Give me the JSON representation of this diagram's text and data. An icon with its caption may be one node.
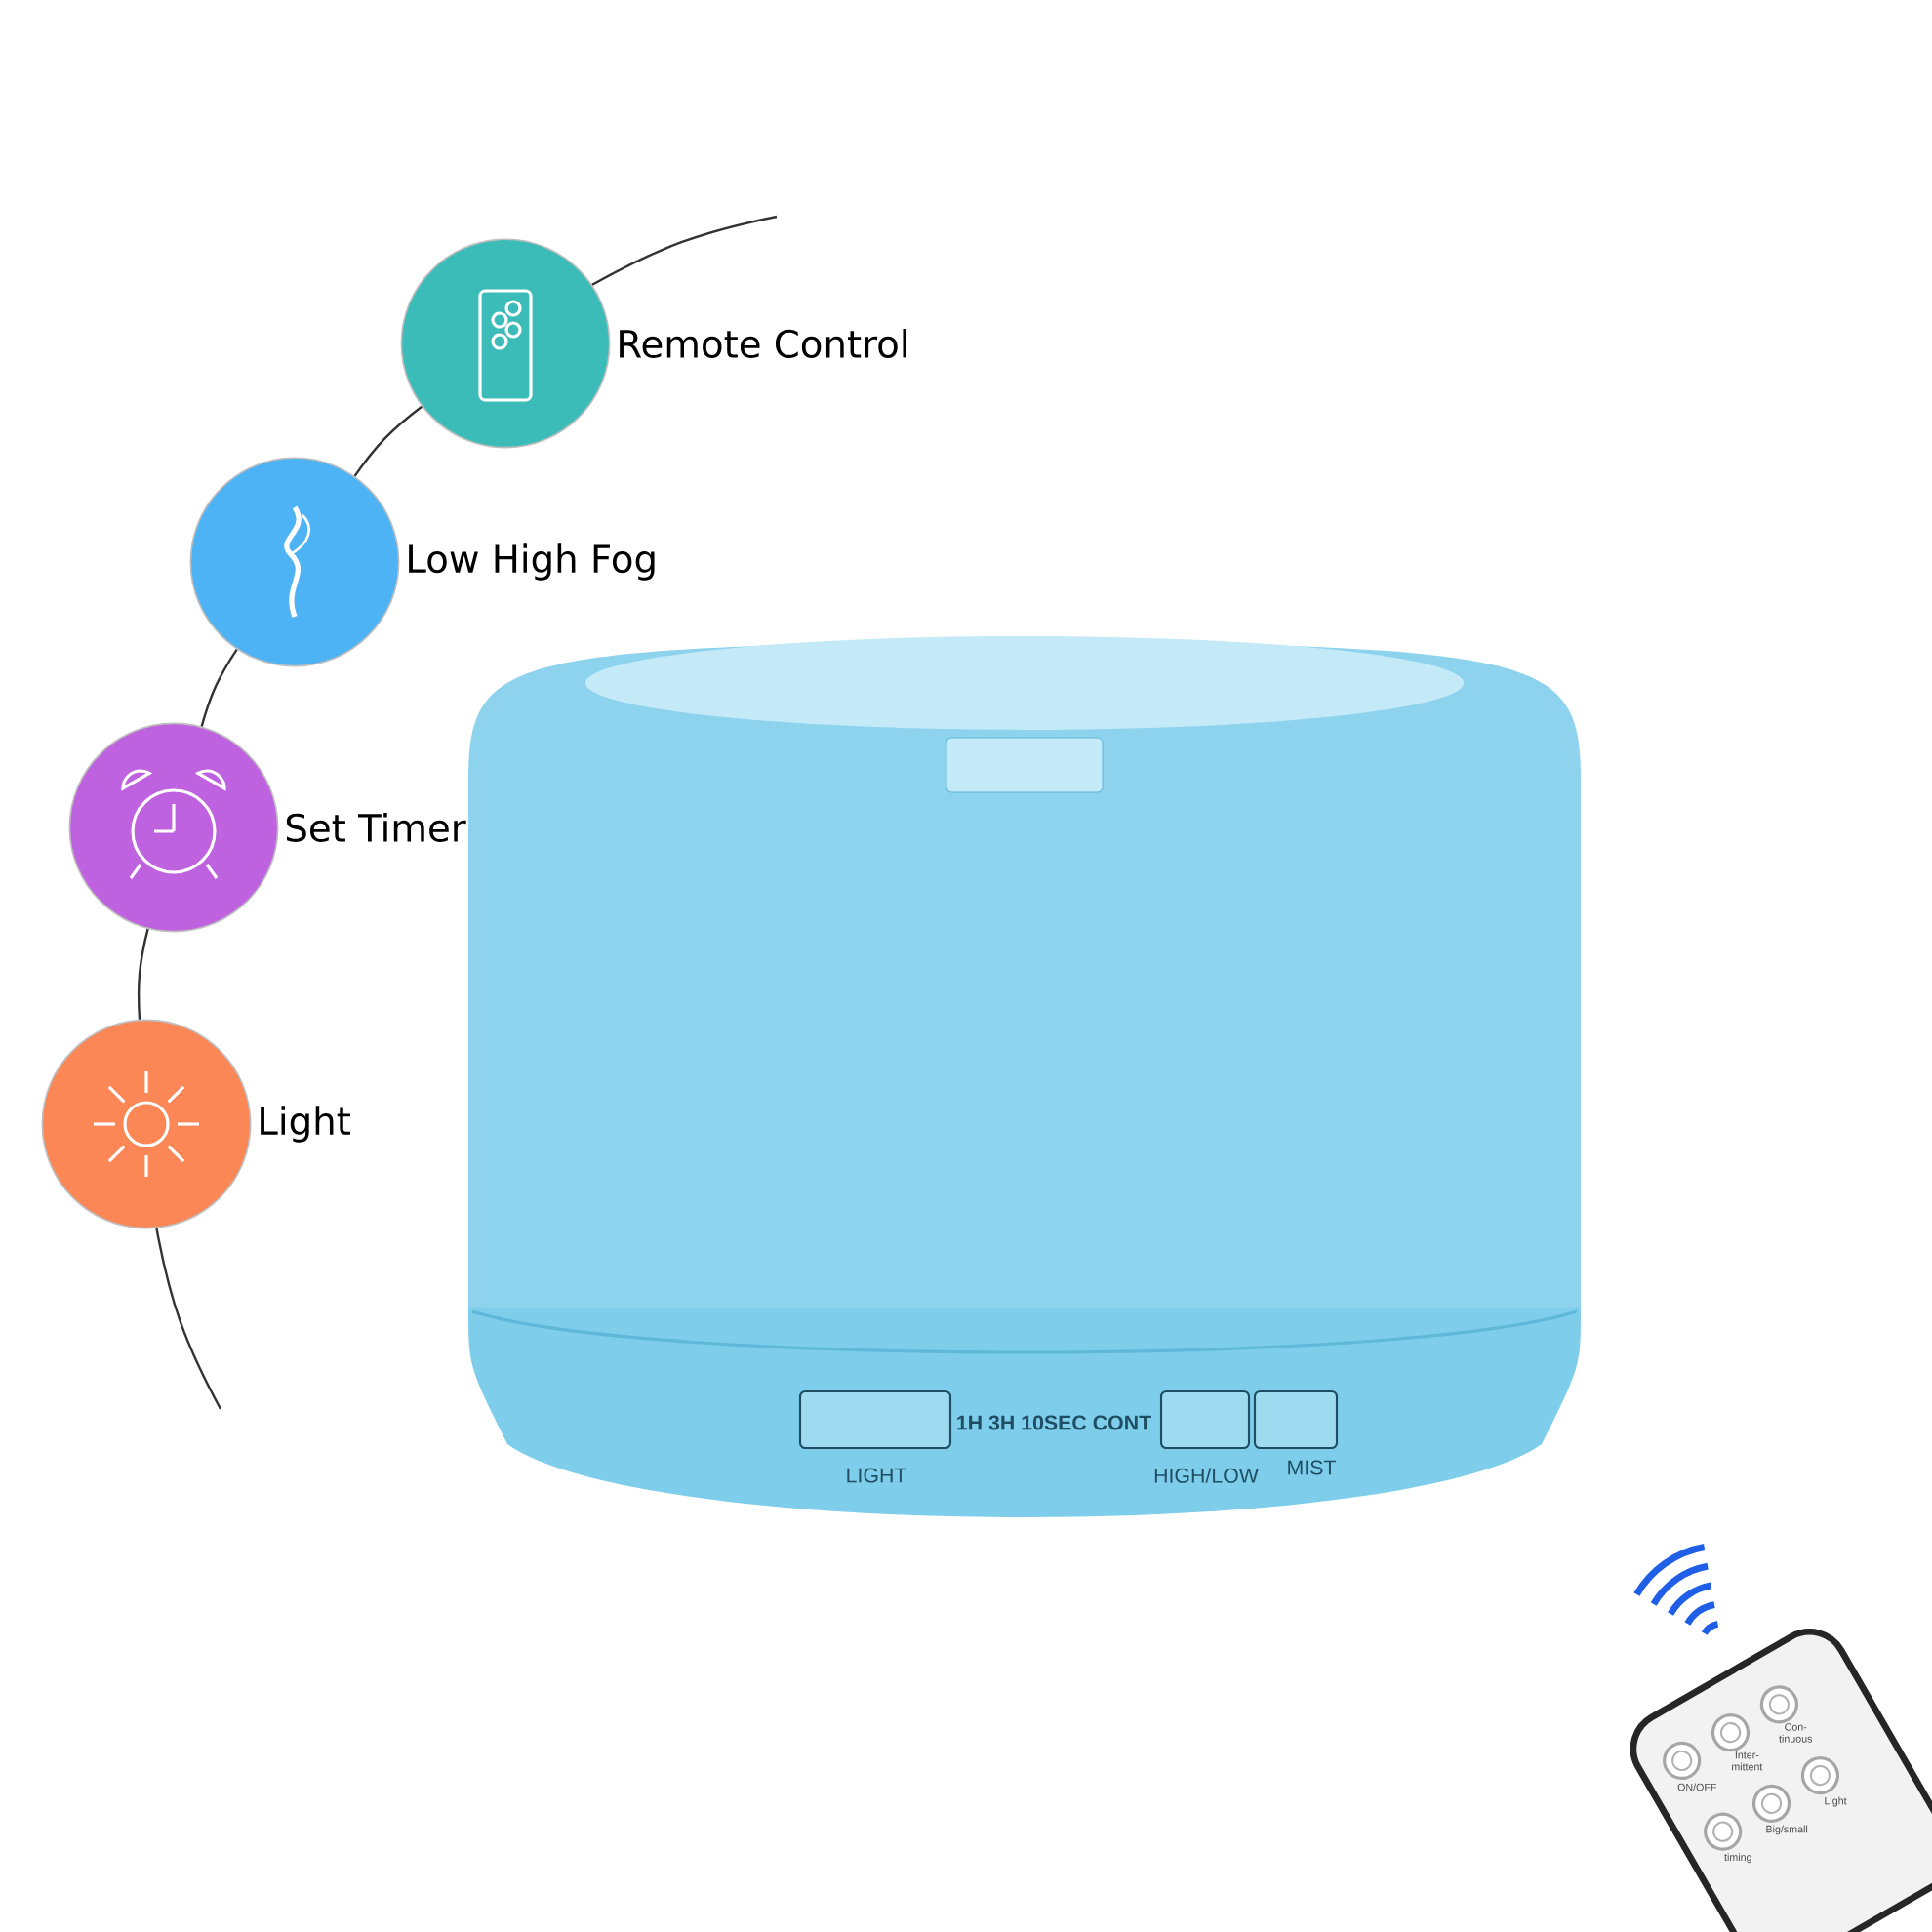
{
  "diagram": {
    "nodes": [
      {
        "text": [
          "Remote Control"
        ]
      },
      {
        "text": [
          "Low High Fog"
        ]
      },
      {
        "text": [
          "Set Timer"
        ]
      },
      {
        "text": [
          "Light"
        ]
      }
    ],
    "edges": [
      {
        "from": null,
        "to": 0,
        "arrow": "none"
      },
      {
        "from": 0,
        "to": 1,
        "arrow": "none"
      },
      {
        "from": 1,
        "to": 2,
        "arrow": "none"
      },
      {
        "from": 2,
        "to": 3,
        "arrow": "none"
      },
      {
        "from": 3,
        "to": null,
        "arrow": "none"
      }
    ],
    "labels": [
      "LIGHT",
      "1H 3H 10SEC CONT",
      "HIGH/LOW",
      "MIST",
      "ON/OFF",
      "Inter- mittent",
      "Con- tinuous",
      "timing",
      "Big/small",
      "Light"
    ]
  }
}
